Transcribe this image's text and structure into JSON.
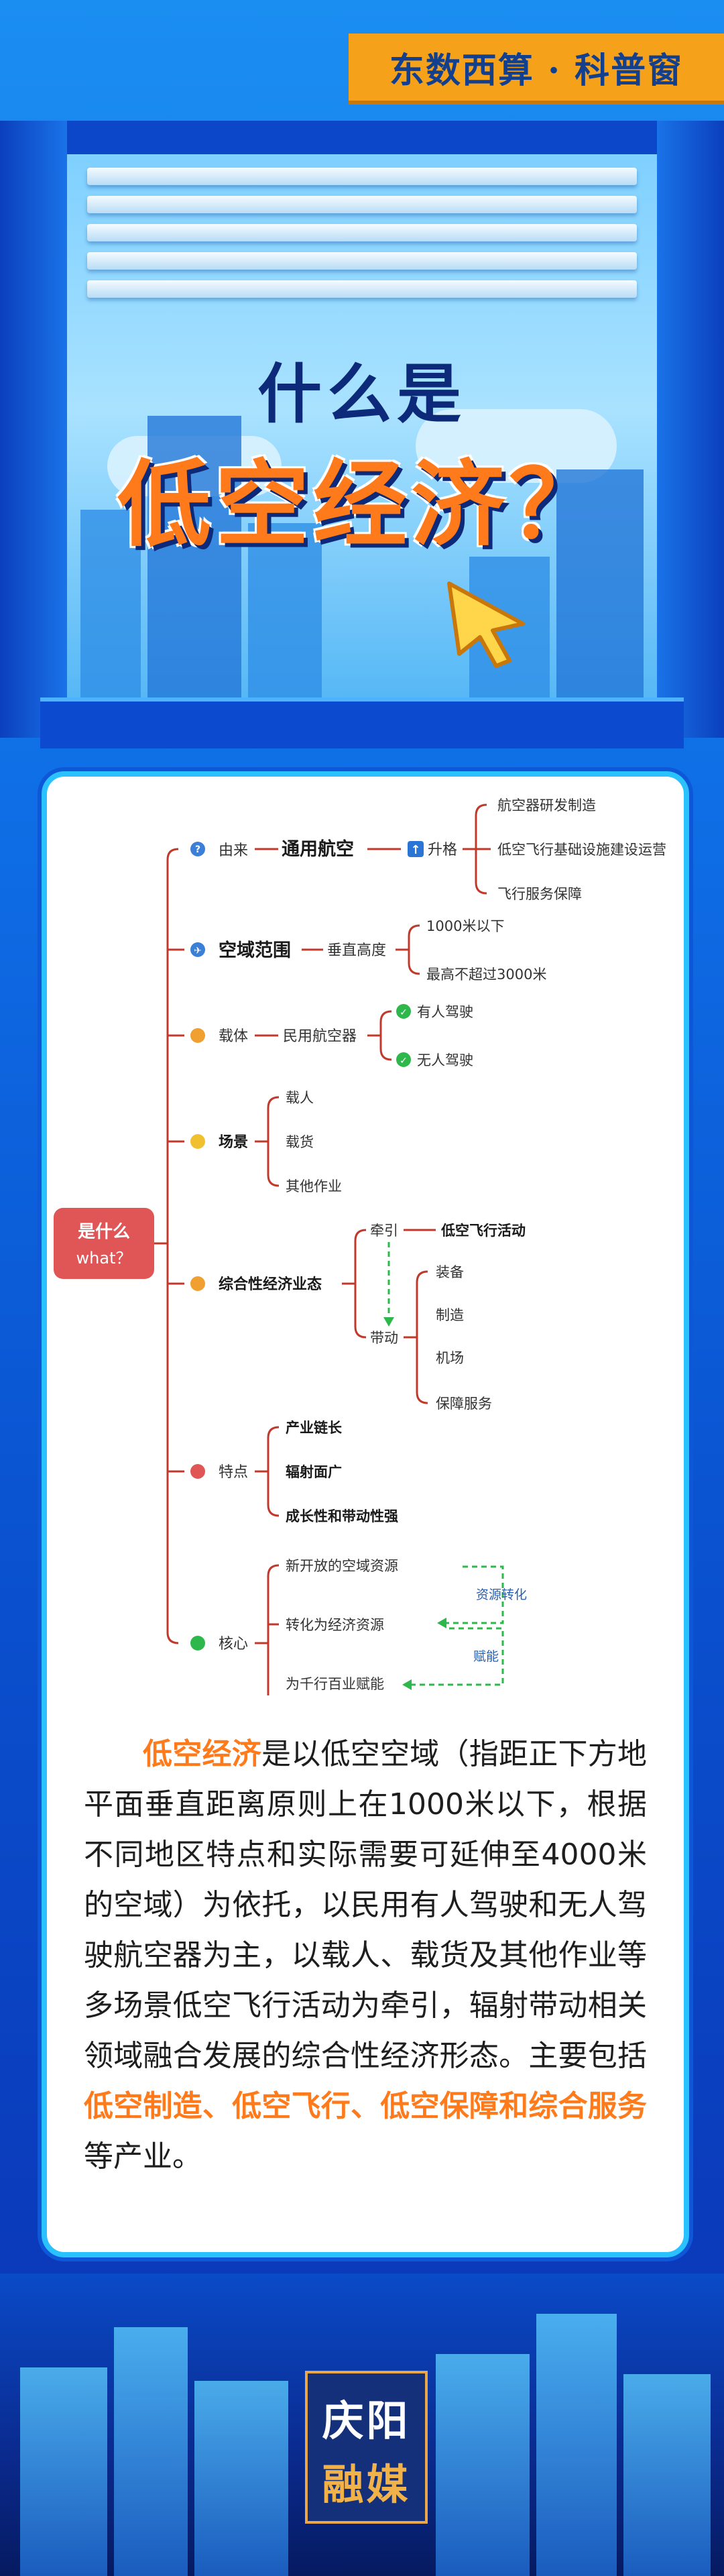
{
  "header": {
    "tag": "东数西算 · 科普窗"
  },
  "hero": {
    "title_line1": "什么是",
    "title_line2": "低空经济？"
  },
  "mindmap": {
    "root": {
      "line1": "是什么",
      "line2": "what？"
    },
    "branch1": {
      "label": "由来",
      "sub": "通用航空",
      "arrow_label": "升格",
      "leaves": [
        "航空器研发制造",
        "低空飞行基础设施建设运营",
        "飞行服务保障"
      ]
    },
    "branch2": {
      "label": "空域范围",
      "sub": "垂直高度",
      "leaves": [
        "1000米以下",
        "最高不超过3000米"
      ]
    },
    "branch3": {
      "label": "载体",
      "sub": "民用航空器",
      "leaves": [
        "有人驾驶",
        "无人驾驶"
      ]
    },
    "branch4": {
      "label": "场景",
      "leaves": [
        "载人",
        "载货",
        "其他作业"
      ]
    },
    "branch5": {
      "label": "综合性经济业态",
      "qianyin": "牵引",
      "qianyin_target": "低空飞行活动",
      "daidong": "带动",
      "leaves": [
        "装备",
        "制造",
        "机场",
        "保障服务"
      ]
    },
    "branch6": {
      "label": "特点",
      "leaves": [
        "产业链长",
        "辐射面广",
        "成长性和带动性强"
      ]
    },
    "branch7": {
      "label": "核心",
      "leaves": [
        "新开放的空域资源",
        "转化为经济资源",
        "为千行百业赋能"
      ],
      "flow1": "资源转化",
      "flow2": "赋能"
    }
  },
  "paragraph": {
    "h1": "低空经济",
    "t1": "是以低空空域（指距正下方地平面垂直距离原则上在1000米以下，根据不同地区特点和实际需要可延伸至4000米的空域）为依托，以民用有人驾驶和无人驾驶航空器为主，以载人、载货及其他作业等多场景低空飞行活动为牵引，辐射带动相关领域融合发展的综合性经济形态。主要包括",
    "h2": "低空制造、低空飞行、低空保障和综合服务",
    "t2": "等产业。"
  },
  "footer": {
    "logo_top": "庆阳",
    "logo_bottom": "融媒"
  },
  "colors": {
    "accent_orange": "#ff7a1a",
    "branch_red": "#c0392b",
    "root_red": "#e05555",
    "flow_green": "#2eb84c",
    "tag_bg": "#f5a11a"
  }
}
